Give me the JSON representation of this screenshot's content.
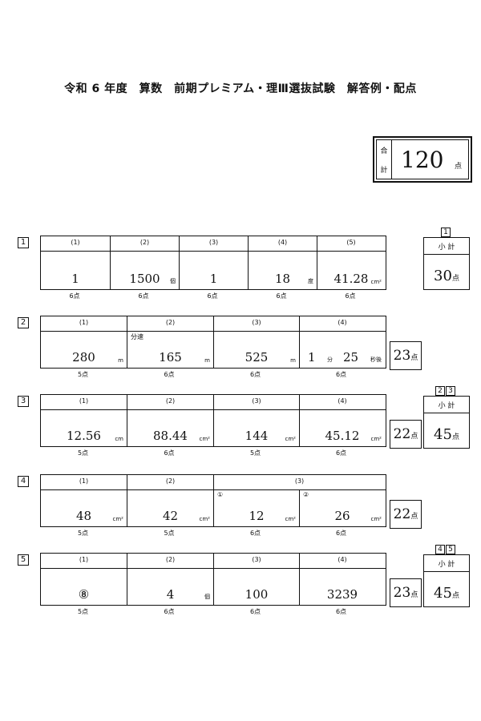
{
  "title": "令和 6 年度　算数　前期プレミアム・理Ⅲ選抜試験　解答例・配点",
  "total": {
    "label_top": "合",
    "label_bottom": "計",
    "value": "120",
    "unit": "点"
  },
  "sections": [
    {
      "num": "1",
      "headers": [
        "(1)",
        "(2)",
        "(3)",
        "(4)",
        "(5)"
      ],
      "values": [
        "1",
        "1500",
        "1",
        "18",
        "41.28"
      ],
      "units": [
        "",
        "個",
        "",
        "度",
        "cm²"
      ],
      "points": [
        "6点",
        "6点",
        "6点",
        "6点",
        "6点"
      ]
    },
    {
      "num": "2",
      "headers": [
        "(1)",
        "(2)",
        "(3)",
        "(4)"
      ],
      "values": [
        "280",
        "165",
        "525",
        "1",
        "25"
      ],
      "units": [
        "m",
        "m",
        "m",
        "分",
        "秒後"
      ],
      "sub": "分速",
      "points": [
        "5点",
        "6点",
        "6点",
        "6点"
      ],
      "score": "23",
      "score_unit": "点"
    },
    {
      "num": "3",
      "headers": [
        "(1)",
        "(2)",
        "(3)",
        "(4)"
      ],
      "values": [
        "12.56",
        "88.44",
        "144",
        "45.12"
      ],
      "units": [
        "cm",
        "cm²",
        "cm²",
        "cm²"
      ],
      "points": [
        "5点",
        "6点",
        "5点",
        "6点"
      ],
      "score": "22",
      "score_unit": "点"
    },
    {
      "num": "4",
      "headers": [
        "(1)",
        "(2)",
        "(3)"
      ],
      "circ": [
        "①",
        "②"
      ],
      "values": [
        "48",
        "42",
        "12",
        "26"
      ],
      "units": [
        "cm²",
        "cm²",
        "cm²",
        "cm²"
      ],
      "points": [
        "5点",
        "5点",
        "6点",
        "6点"
      ],
      "score": "22",
      "score_unit": "点"
    },
    {
      "num": "5",
      "headers": [
        "(1)",
        "(2)",
        "(3)",
        "(4)"
      ],
      "values": [
        "⑧",
        "4",
        "100",
        "3239"
      ],
      "units": [
        "",
        "個",
        "",
        ""
      ],
      "points": [
        "5点",
        "6点",
        "6点",
        "6点"
      ],
      "score": "23",
      "score_unit": "点"
    }
  ],
  "subtotals": [
    {
      "tabs": [
        "1"
      ],
      "label": "小 計",
      "value": "30",
      "unit": "点"
    },
    {
      "tabs": [
        "2",
        "3"
      ],
      "label": "小 計",
      "value": "45",
      "unit": "点"
    },
    {
      "tabs": [
        "4",
        "5"
      ],
      "label": "小 計",
      "value": "45",
      "unit": "点"
    }
  ]
}
